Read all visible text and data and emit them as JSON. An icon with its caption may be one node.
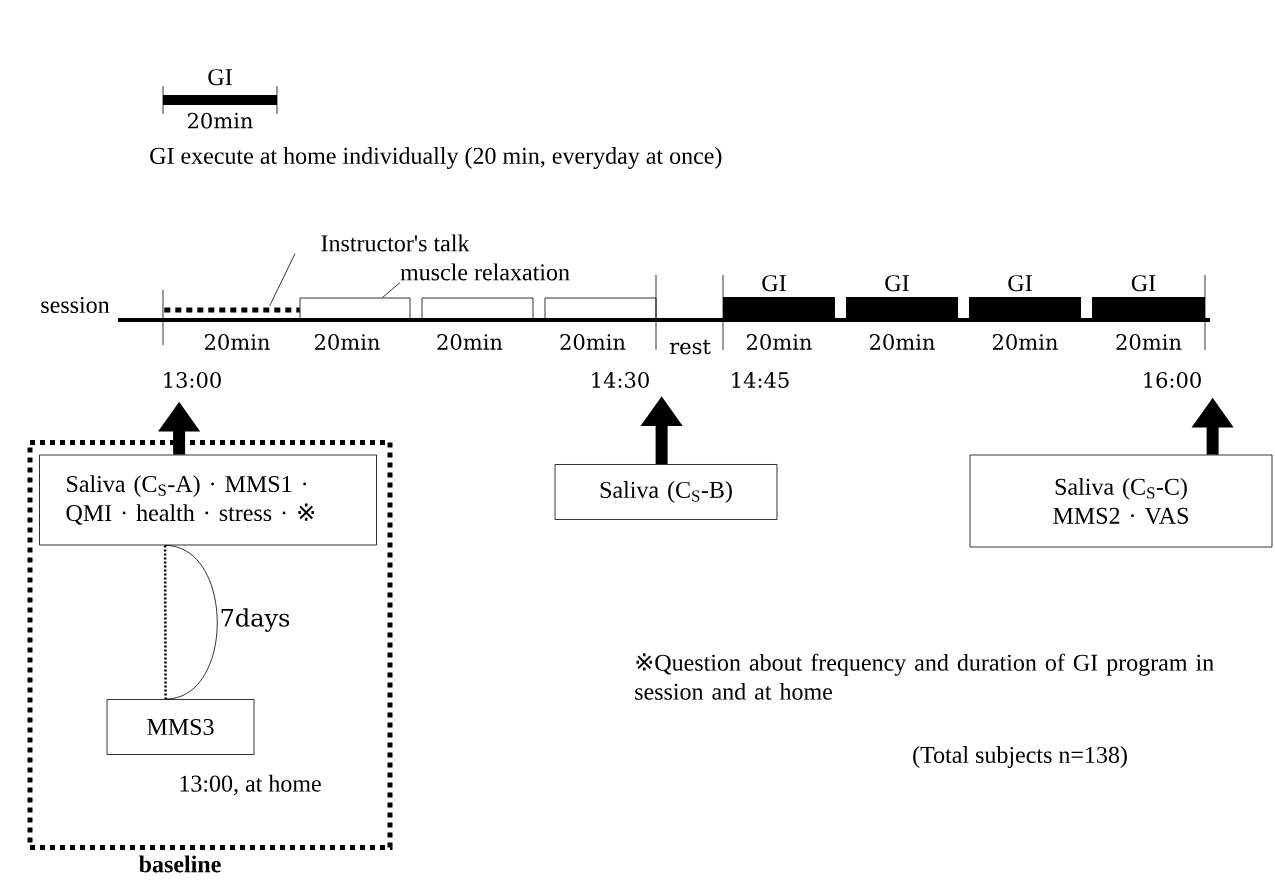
{
  "diagram": {
    "nodes": [
      {
        "text": [
          "GI",
          "20min"
        ]
      },
      {
        "text": [
          "Instructor's talk"
        ]
      },
      {
        "text": [],
        "shape": "bar",
        "beside": [
          "20min"
        ]
      },
      {
        "text": [
          "muscle relaxation"
        ]
      },
      {
        "text": [],
        "shape": "box",
        "beside": [
          "20min"
        ]
      },
      {
        "text": [],
        "shape": "box",
        "beside": [
          "20min"
        ]
      },
      {
        "text": [],
        "shape": "box",
        "beside": [
          "20min"
        ]
      },
      {
        "text": [
          "GI"
        ],
        "beside": [
          "20min"
        ]
      },
      {
        "text": [
          "GI"
        ],
        "beside": [
          "20min"
        ]
      },
      {
        "text": [
          "GI"
        ],
        "beside": [
          "20min"
        ]
      },
      {
        "text": [
          "GI"
        ],
        "beside": [
          "20min"
        ]
      },
      {
        "text": [
          "baseline"
        ]
      },
      {
        "text": [
          "Saliva (C$_{S}$-A) · MMS1 · QMI · health · stress · ※"
        ],
        "in": 11
      },
      {
        "text": [
          "MMS3"
        ],
        "in": 11,
        "beside": [
          "13:00, at home"
        ]
      },
      {
        "text": [
          "Saliva (C$_{S}$-B)"
        ]
      },
      {
        "text": [
          "Saliva (C$_{S}$-C) MMS2 · VAS"
        ]
      }
    ],
    "edges": [
      {
        "from": 1,
        "to": 2,
        "arrow": "none"
      },
      {
        "from": 3,
        "to": 4,
        "arrow": "none"
      },
      {
        "from": 12,
        "to": null,
        "arrow": "to",
        "style": "thick"
      },
      {
        "from": 14,
        "to": null,
        "arrow": "to",
        "style": "thick"
      },
      {
        "from": 15,
        "to": null,
        "arrow": "to",
        "style": "thick"
      },
      {
        "from": 12,
        "to": 13,
        "arrow": "none",
        "style": "dashed"
      },
      {
        "from": 12,
        "to": 13,
        "arrow": "none",
        "label": "7days"
      }
    ],
    "labels": [
      "GI execute at home individually (20 min, everyday at once)",
      "session",
      "rest",
      "13:00",
      "14:30",
      "14:45",
      "16:00",
      "※Question about frequency and duration of GI program in session and at home",
      "(Total subjects n=138)"
    ]
  }
}
